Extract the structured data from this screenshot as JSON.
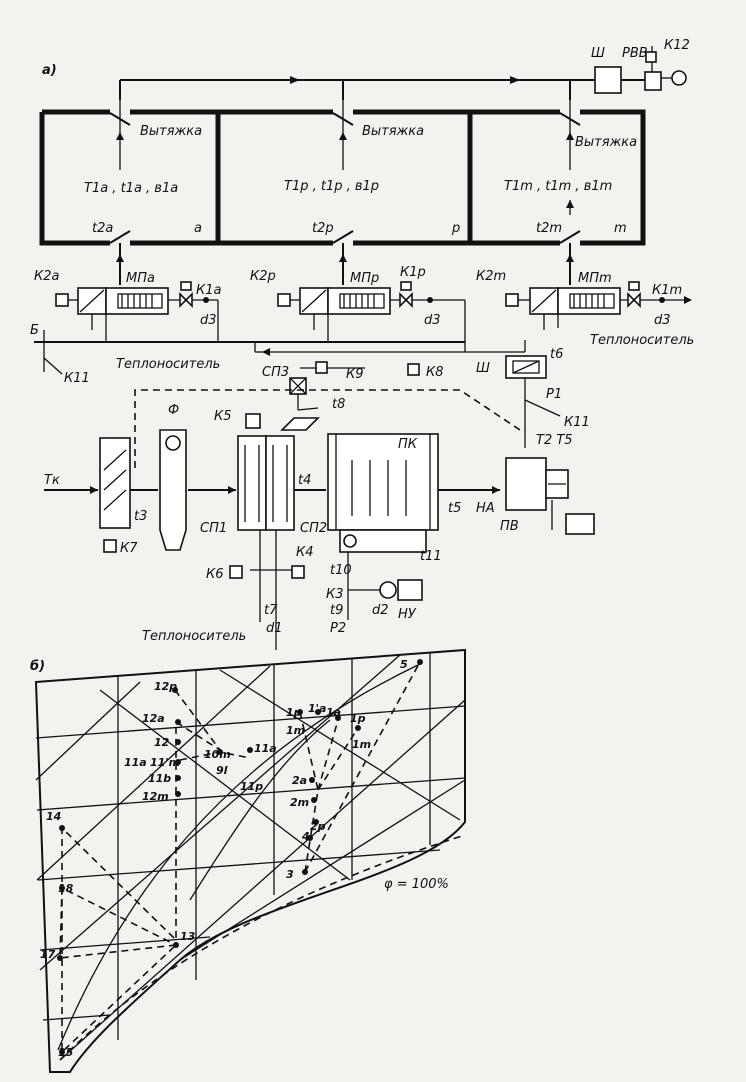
{
  "part_a": {
    "label": "а)",
    "rooms": [
      {
        "id": "a",
        "exhaust": "Вытяжка",
        "params": "T1a , t1a , в1a",
        "supply_temp": "t2a",
        "letter": "а",
        "damper": "К2а",
        "heater": "МПа",
        "valve": "К1а",
        "d": "d3"
      },
      {
        "id": "p",
        "exhaust": "Вытяжка",
        "params": "T1p , t1p , в1p",
        "supply_temp": "t2p",
        "letter": "p",
        "damper": "К2p",
        "heater": "МПp",
        "valve": "К1p",
        "d": "d3"
      },
      {
        "id": "m",
        "exhaust": "Вытяжка",
        "params": "T1m , t1m , в1m",
        "supply_temp": "t2m",
        "letter": "m",
        "damper": "К2m",
        "heater": "МПm",
        "valve": "К1m",
        "d": "d3"
      }
    ],
    "top": {
      "sh": "Ш",
      "rvv": "РВВ",
      "k12": "К12"
    },
    "labels": {
      "b": "Б",
      "k11_left": "К11",
      "heat_carrier_1": "Теплоноситель",
      "heat_carrier_2": "Теплоноситель",
      "heat_carrier_3": "Теплоноситель",
      "sp3": "СП3",
      "k9": "К9",
      "k8": "К8",
      "t8": "t8",
      "t6": "t6",
      "sh2": "Ш",
      "p1": "P1",
      "k11_right": "К11",
      "t2t5": "T2 T5",
      "f": "Ф",
      "k5": "К5",
      "pk": "ПК",
      "tk": "Tк",
      "t3": "t3",
      "k7": "К7",
      "sp1": "СП1",
      "sp2": "СП2",
      "t4": "t4",
      "t5": "t5",
      "na": "НА",
      "pv": "ПВ",
      "k4": "К4",
      "k6": "К6",
      "k3": "К3",
      "t10": "t10",
      "t11": "t11",
      "ny": "НУ",
      "t7": "t7",
      "d1": "d1",
      "t9": "t9",
      "d2": "d2",
      "p2": "P2"
    }
  },
  "part_b": {
    "label": "б)",
    "phi": "φ = 100%",
    "points": [
      "12p",
      "12а",
      "12",
      "11а",
      "11'm",
      "11b",
      "12m",
      "10m",
      "9l",
      "11а",
      "11p",
      "1p",
      "1'а",
      "1а",
      "1m",
      "1p",
      "1m",
      "2а",
      "2m",
      "2p",
      "3",
      "4",
      "5",
      "14",
      "18",
      "17",
      "15",
      "13"
    ]
  }
}
